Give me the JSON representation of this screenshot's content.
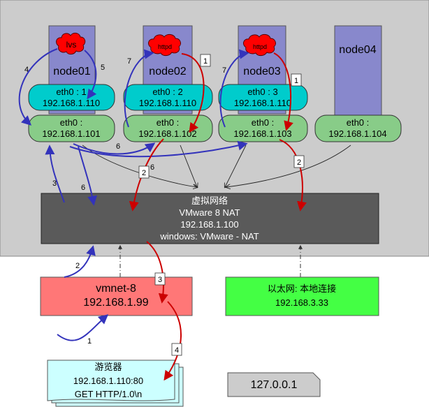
{
  "colors": {
    "background_panel": "#cccccc",
    "node": "#8888cc",
    "vip_nic": "#00cccc",
    "real_nic": "#88cc88",
    "cloud": "#ff0000",
    "network": "#5a5a5a",
    "vmnet": "#ff7777",
    "ethernet": "#44ff44",
    "browser": "#ccffff",
    "lo_box": "#cccccc",
    "flow_blue": "#3333bb",
    "flow_red": "#cc0000"
  },
  "nodes": [
    {
      "name": "node01",
      "cloud": "lvs"
    },
    {
      "name": "node02",
      "cloud": "httpd"
    },
    {
      "name": "node03",
      "cloud": "httpd"
    },
    {
      "name": "node04",
      "cloud": ""
    }
  ],
  "vip_nics": [
    {
      "iface": "eth0 : 1",
      "ip": "192.168.1.110"
    },
    {
      "iface": "eth0 : 2",
      "ip": "192.168.1.110"
    },
    {
      "iface": "eth0 : 3",
      "ip": "192.168.1.110"
    }
  ],
  "real_nics": [
    {
      "iface": "eth0 :",
      "ip": "192.168.1.101"
    },
    {
      "iface": "eth0 :",
      "ip": "192.168.1.102"
    },
    {
      "iface": "eth0 :",
      "ip": "192.168.1.103"
    },
    {
      "iface": "eth0 :",
      "ip": "192.168.1.104"
    }
  ],
  "virtual_network": {
    "title": "虚拟网络",
    "line1": "VMware 8 NAT",
    "line2": "192.168.1.100",
    "line3": "windows: VMware - NAT"
  },
  "vmnet": {
    "name": "vmnet-8",
    "ip": "192.168.1.99"
  },
  "ethernet": {
    "name": "以太网: 本地连接",
    "ip": "192.168.3.33"
  },
  "browser": {
    "title": "游览器",
    "line1": "192.168.1.110:80",
    "line2": "GET HTTP/1.0\\n"
  },
  "loopback": {
    "ip": "127.0.0.1"
  },
  "steps": {
    "s1": "1",
    "s2": "2",
    "s3": "3",
    "s4": "4",
    "s5": "5",
    "s6": "6",
    "s7": "7"
  }
}
